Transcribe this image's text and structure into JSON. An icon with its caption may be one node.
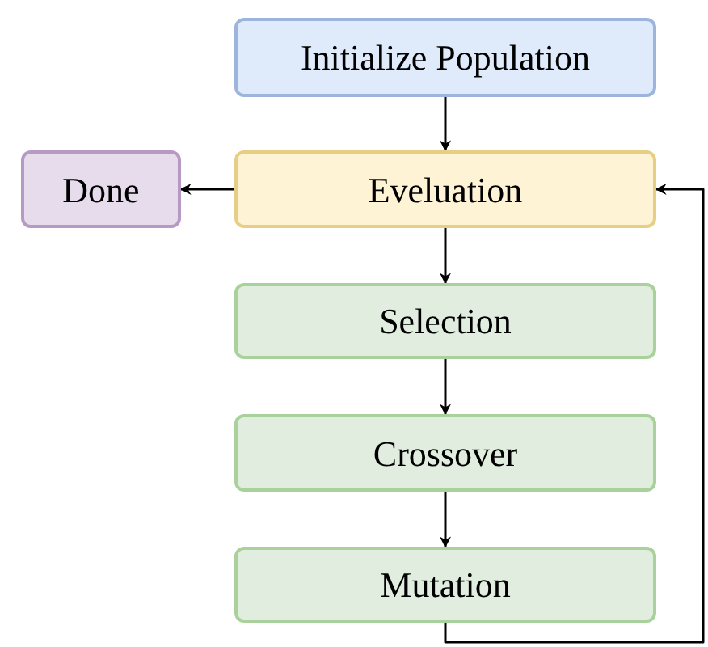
{
  "diagram": {
    "nodes": [
      {
        "text": [
          "Initialize Population"
        ]
      },
      {
        "text": [
          "Done"
        ]
      },
      {
        "text": [
          "Eveluation"
        ]
      },
      {
        "text": [
          "Selection"
        ]
      },
      {
        "text": [
          "Crossover"
        ]
      },
      {
        "text": [
          "Mutation"
        ]
      }
    ],
    "edges": [
      {
        "from": 0,
        "to": 2,
        "arrow": "to"
      },
      {
        "from": 2,
        "to": 1,
        "arrow": "to"
      },
      {
        "from": 2,
        "to": 3,
        "arrow": "to"
      },
      {
        "from": 3,
        "to": 4,
        "arrow": "to"
      },
      {
        "from": 4,
        "to": 5,
        "arrow": "to"
      },
      {
        "from": 5,
        "to": 2,
        "arrow": "to"
      }
    ]
  }
}
